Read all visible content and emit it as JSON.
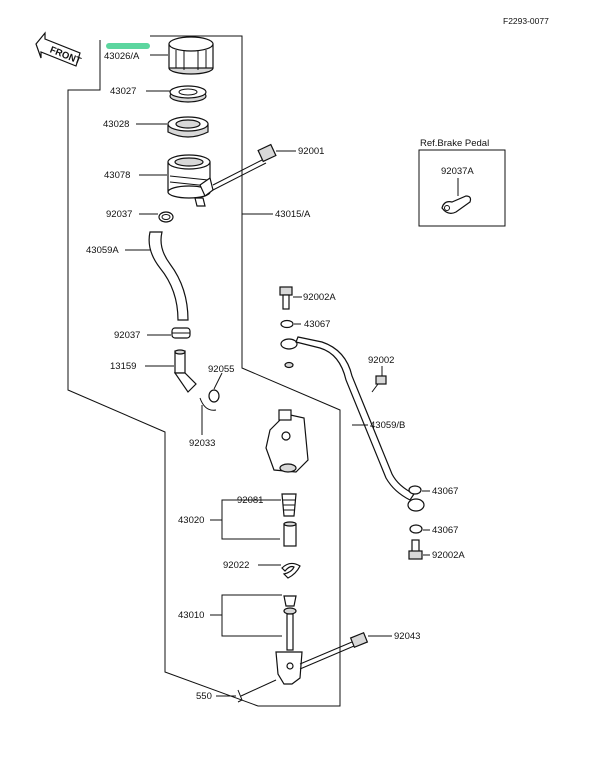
{
  "diagram_code": "F2293-0077",
  "front_label": "FRONT",
  "inset": {
    "title": "Ref.Brake Pedal",
    "part": "92037A"
  },
  "colors": {
    "highlight": "#3fcf8e"
  },
  "labels": {
    "p43026A": "43026/A",
    "p43027": "43027",
    "p43028": "43028",
    "p43078": "43078",
    "p92037_top": "92037",
    "p43059A": "43059A",
    "p92037_mid": "92037",
    "p13159": "13159",
    "p92001": "92001",
    "p43015A": "43015/A",
    "p92002A_top": "92002A",
    "p43067_top": "43067",
    "p92002": "92002",
    "p92055": "92055",
    "p92033": "92033",
    "p43059B": "43059/B",
    "p43067_mid": "43067",
    "p43067_low": "43067",
    "p92002A_low": "92002A",
    "p92081": "92081",
    "p43020": "43020",
    "p92022": "92022",
    "p43010": "43010",
    "p92043": "92043",
    "p550": "550"
  }
}
